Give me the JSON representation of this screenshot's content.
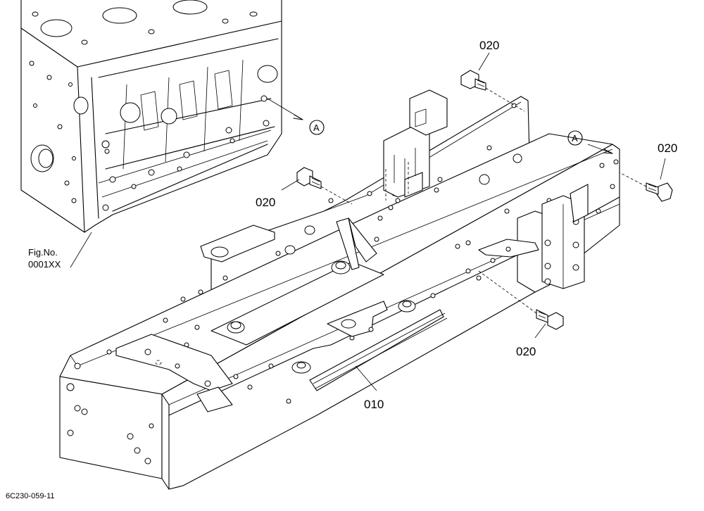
{
  "labels": {
    "part_010": "010",
    "part_020_top": "020",
    "part_020_right": "020",
    "part_020_left": "020",
    "part_020_bottom": "020",
    "view_a_left": "A",
    "view_a_right": "A",
    "fig_line1": "Fig.No.",
    "fig_line2": "0001XX",
    "drawing_code": "6C230-059-11"
  }
}
